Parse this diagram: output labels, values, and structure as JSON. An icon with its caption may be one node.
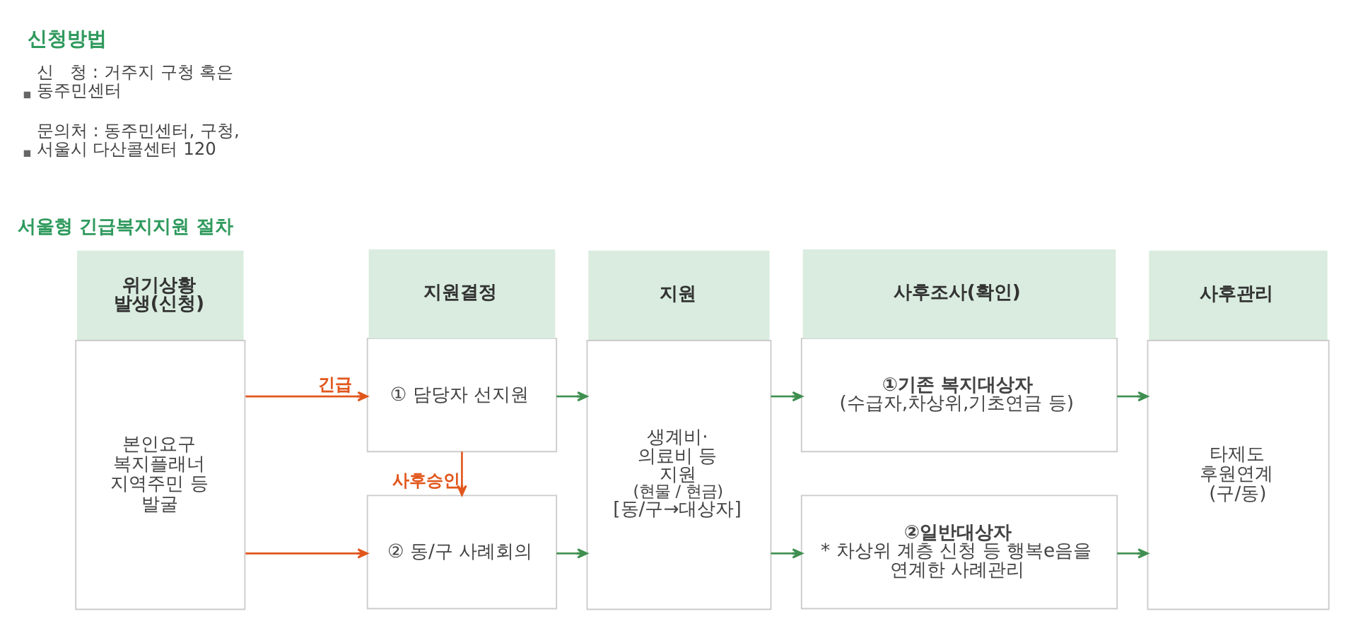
{
  "diagram": {
    "title": "신청방법",
    "nodes": [
      {
        "text": [
          "위기상황 발생(신청)"
        ]
      },
      {
        "text": [
          "본인요구 복지플래너 지역주민 등 발굴"
        ]
      },
      {
        "text": [
          "지원결정"
        ]
      },
      {
        "text": [
          "① 담당자 선지원"
        ]
      },
      {
        "text": [
          "② 동/구 사례회의"
        ]
      },
      {
        "text": [
          "지원"
        ]
      },
      {
        "text": [
          "생계비· 의료비 등 지원",
          "(현물 / 현금)",
          "[동/구→대상자]"
        ]
      },
      {
        "text": [
          "사후조사(확인)"
        ]
      },
      {
        "text": [
          "①기존 복지대상자",
          "(수급자,차상위,기초연금 등)"
        ]
      },
      {
        "text": [
          "②일반대상자",
          "* 차상위 계층 신청 등 행복e음을 연계한 사례관리"
        ]
      },
      {
        "text": [
          "사후관리"
        ]
      },
      {
        "text": [
          "타제도 후원연계 (구/동)"
        ]
      }
    ],
    "edges": [
      {
        "from": 1,
        "to": 3,
        "arrow": "to",
        "label": "긴급",
        "color": "#e2561c"
      },
      {
        "from": 1,
        "to": 4,
        "arrow": "to",
        "color": "#e2561c"
      },
      {
        "from": 3,
        "to": 4,
        "arrow": "to",
        "label": "사후승인",
        "color": "#e2561c"
      },
      {
        "from": 3,
        "to": 6,
        "arrow": "to"
      },
      {
        "from": 4,
        "to": 6,
        "arrow": "to"
      },
      {
        "from": 6,
        "to": 8,
        "arrow": "to"
      },
      {
        "from": 6,
        "to": 9,
        "arrow": "to"
      },
      {
        "from": 8,
        "to": 11,
        "arrow": "to"
      },
      {
        "from": 9,
        "to": 11,
        "arrow": "to"
      }
    ],
    "labels": [
      "신   청 : 거주지 구청 혹은 동주민센터",
      "문의처 : 동주민센터, 구청, 서울시 다산콜센터 120",
      "서울형 긴급복지지원 절차"
    ]
  }
}
